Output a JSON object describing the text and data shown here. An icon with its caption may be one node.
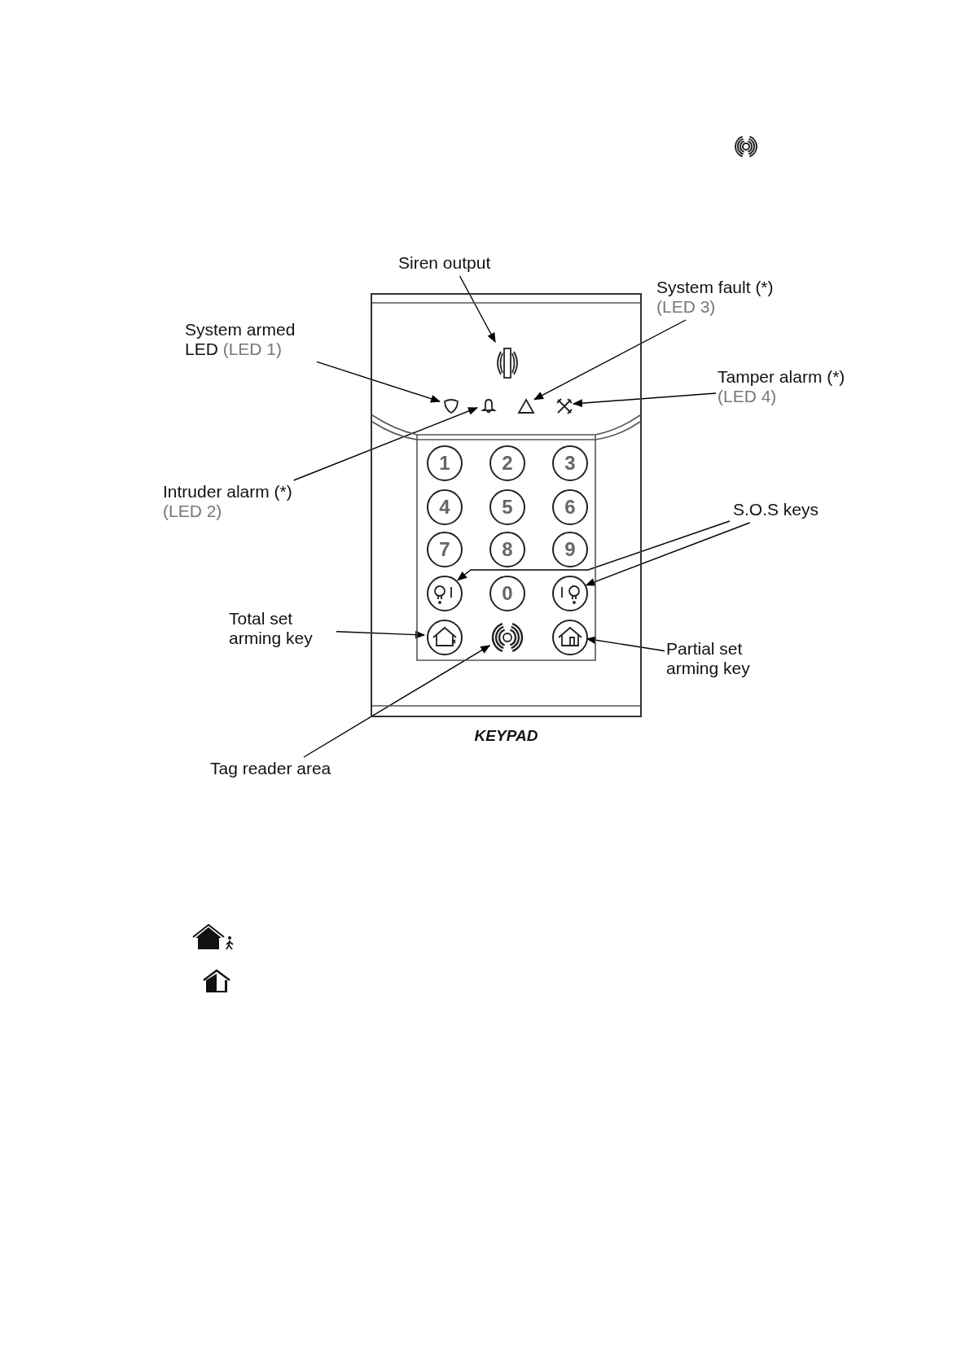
{
  "diagram": {
    "nodes": [
      {
        "text": [
          "Siren output"
        ]
      },
      {
        "text": [
          "System fault (*)",
          "(LED 3)"
        ]
      },
      {
        "text": [
          "System armed LED",
          "(LED 1)"
        ]
      },
      {
        "text": [
          "Tamper alarm (*)",
          "(LED 4)"
        ]
      },
      {
        "text": [],
        "shape": "box",
        "beside": [
          "KEYPAD"
        ]
      },
      {
        "text": [],
        "shape": "picture",
        "in": 4
      },
      {
        "text": [],
        "shape": "picture",
        "in": 4
      },
      {
        "text": [],
        "shape": "picture",
        "in": 4
      },
      {
        "text": [],
        "shape": "picture",
        "in": 4
      },
      {
        "text": [],
        "shape": "picture",
        "in": 4
      },
      {
        "text": [
          "Intruder alarm (*)",
          "(LED 2)"
        ]
      },
      {
        "text": [
          "S.O.S keys"
        ]
      },
      {
        "text": [
          "1"
        ],
        "in": 4
      },
      {
        "text": [
          "2"
        ],
        "in": 4
      },
      {
        "text": [
          "3"
        ],
        "in": 4
      },
      {
        "text": [
          "4"
        ],
        "in": 4
      },
      {
        "text": [
          "5"
        ],
        "in": 4
      },
      {
        "text": [
          "6"
        ],
        "in": 4
      },
      {
        "text": [
          "7"
        ],
        "in": 4
      },
      {
        "text": [
          "8"
        ],
        "in": 4
      },
      {
        "text": [
          "9"
        ],
        "in": 4
      },
      {
        "text": [],
        "shape": "circle",
        "in": 4
      },
      {
        "text": [
          "0"
        ],
        "in": 4
      },
      {
        "text": [],
        "shape": "circle",
        "in": 4
      },
      {
        "text": [],
        "shape": "circle",
        "in": 4
      },
      {
        "text": [],
        "shape": "picture",
        "in": 4
      },
      {
        "text": [],
        "shape": "circle",
        "in": 4
      },
      {
        "text": [
          "Total set arming key"
        ]
      },
      {
        "text": [
          "Partial set arming key"
        ]
      },
      {
        "text": [
          "Tag reader area"
        ]
      }
    ],
    "edges": [
      {
        "from": 0,
        "to": 5,
        "arrow": "to"
      },
      {
        "from": 1,
        "to": 8,
        "arrow": "to"
      },
      {
        "from": 2,
        "to": 6,
        "arrow": "to"
      },
      {
        "from": 3,
        "to": 9,
        "arrow": "to"
      },
      {
        "from": 10,
        "to": 7,
        "arrow": "to"
      },
      {
        "from": 11,
        "to": 21,
        "arrow": "to"
      },
      {
        "from": 11,
        "to": 23,
        "arrow": "to"
      },
      {
        "from": 27,
        "to": 24,
        "arrow": "to"
      },
      {
        "from": 28,
        "to": 26,
        "arrow": "to"
      },
      {
        "from": 29,
        "to": 25,
        "arrow": "to"
      }
    ]
  }
}
